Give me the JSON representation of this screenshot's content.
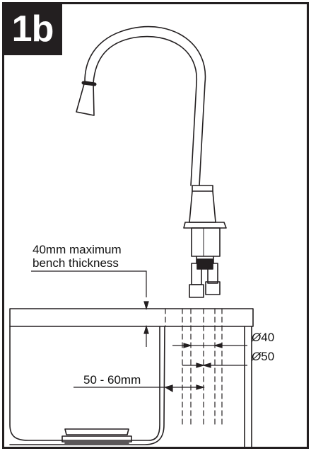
{
  "step": {
    "label": "1b"
  },
  "annotations": {
    "bench_thickness_line1": "40mm maximum",
    "bench_thickness_line2": "bench thickness",
    "hole_40": "40",
    "hole_50": "50",
    "diameter_symbol": "Ø",
    "offset": "50 - 60mm"
  },
  "colors": {
    "ink": "#231f20",
    "background": "#ffffff"
  }
}
